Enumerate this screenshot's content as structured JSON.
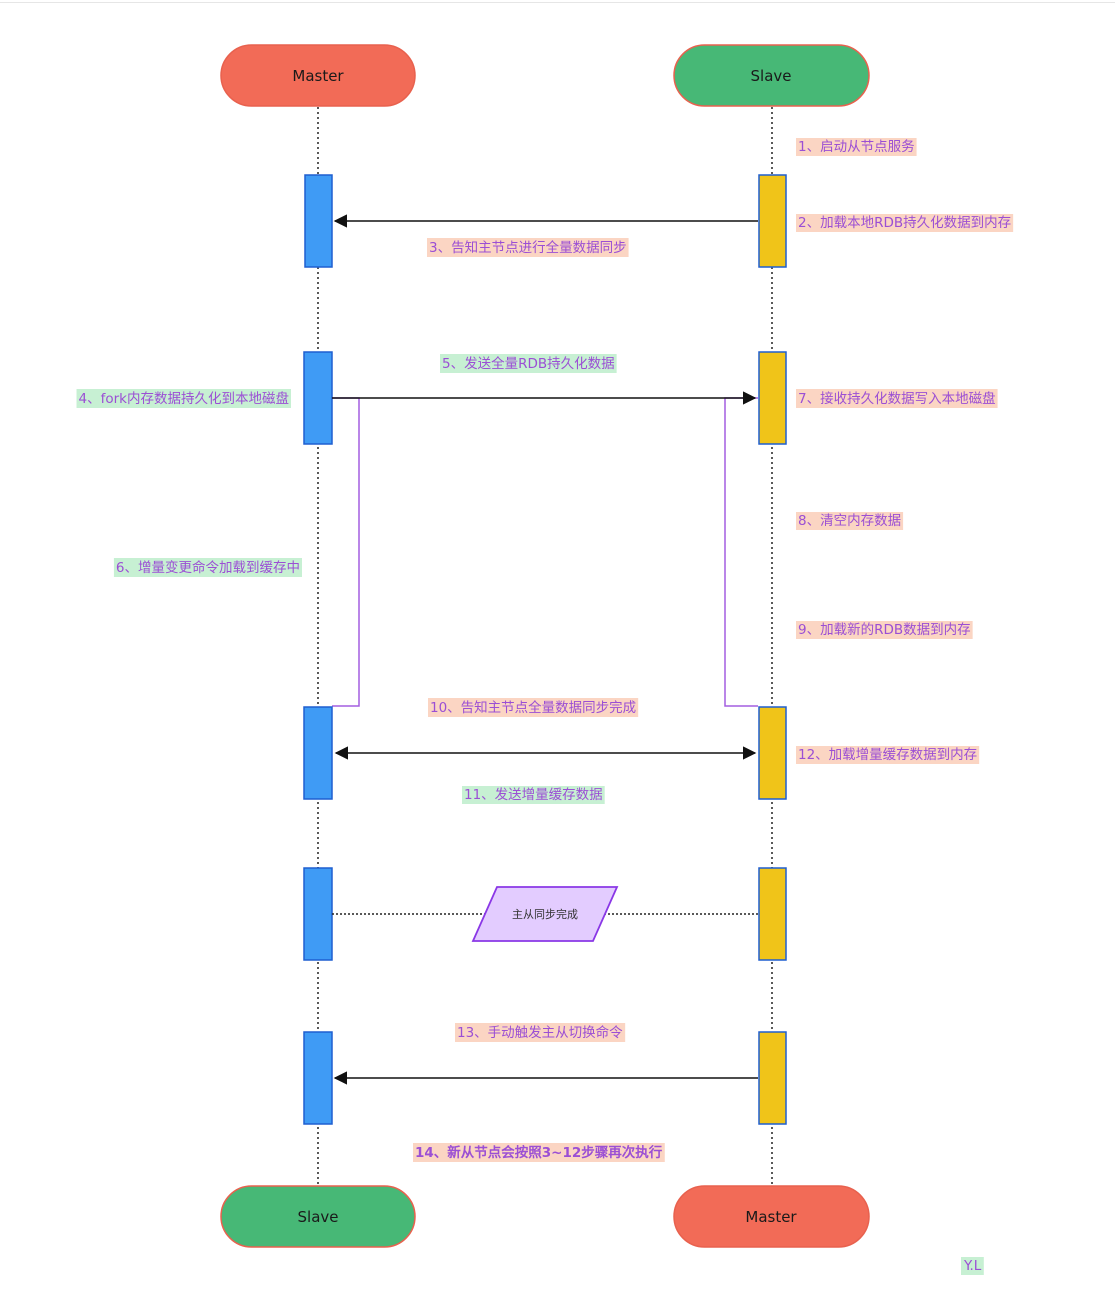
{
  "colors": {
    "master": "#f26b57",
    "slave": "#47b876",
    "master_bar": "#3f9bf5",
    "slave_bar": "#f0c419",
    "bar_border": "#1f5fd0",
    "text_purple": "#9b4fd4",
    "note_peach": "#fbd5c3",
    "note_green": "#c7f0d3",
    "parallelogram_fill": "#e3ccff",
    "parallelogram_stroke": "#8a37e6"
  },
  "participants": {
    "top_left": "Master",
    "top_right": "Slave",
    "bottom_left": "Slave",
    "bottom_right": "Master"
  },
  "steps": {
    "s1": "1、启动从节点服务",
    "s2": "2、加载本地RDB持久化数据到内存",
    "s3": "3、告知主节点进行全量数据同步",
    "s4": "4、fork内存数据持久化到本地磁盘",
    "s5": "5、发送全量RDB持久化数据",
    "s6": "6、增量变更命令加载到缓存中",
    "s7": "7、接收持久化数据写入本地磁盘",
    "s8": "8、清空内存数据",
    "s9": "9、加载新的RDB数据到内存",
    "s10": "10、告知主节点全量数据同步完成",
    "s11": "11、发送增量缓存数据",
    "s12": "12、加载增量缓存数据到内存",
    "s13": "13、手动触发主从切换命令",
    "s14": "14、新从节点会按照3~12步骤再次执行"
  },
  "sync_done": "主从同步完成",
  "signature": "Y.L"
}
